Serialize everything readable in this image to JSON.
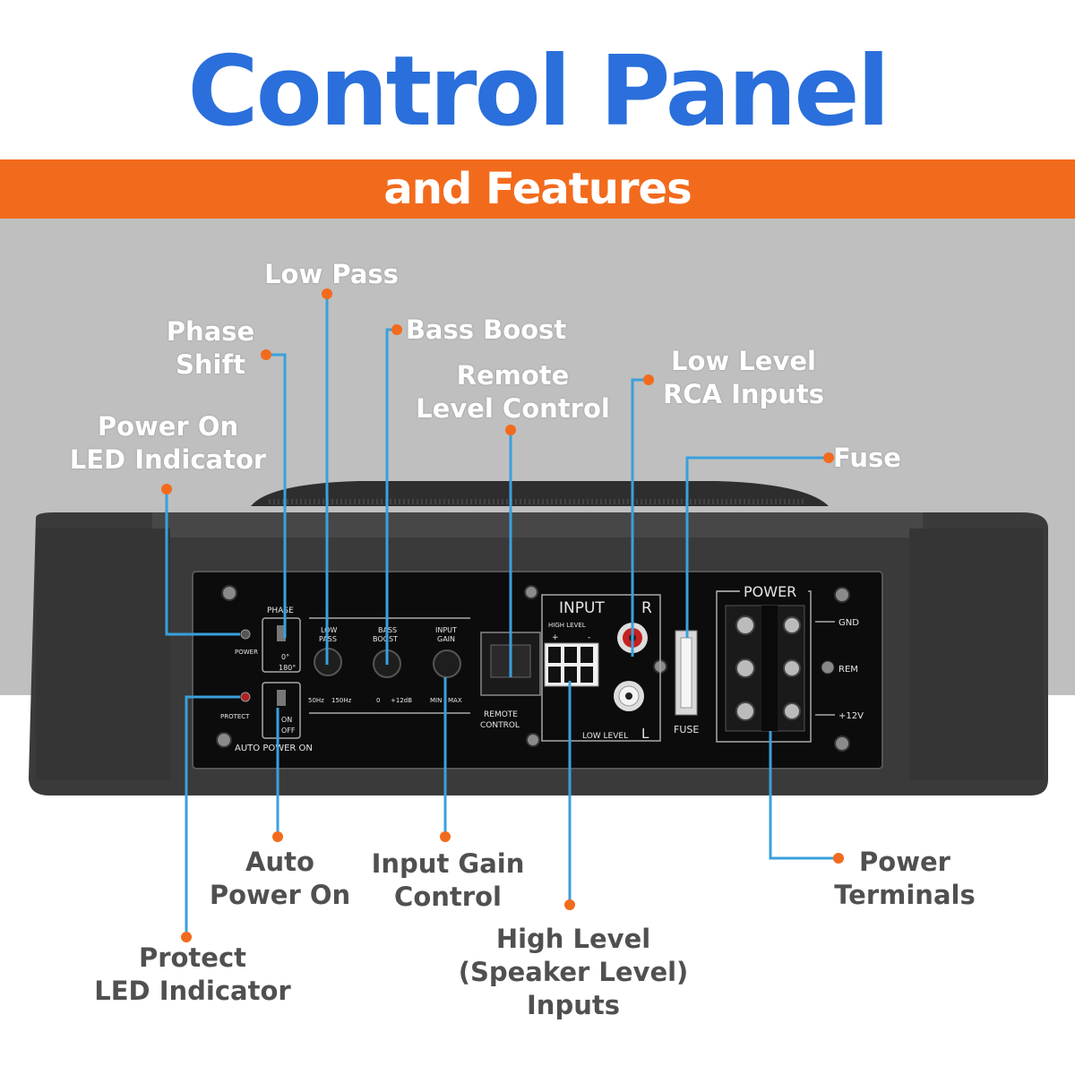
{
  "header": {
    "title": "Control Panel",
    "subtitle": "and Features"
  },
  "colors": {
    "title_blue": "#2a6fdb",
    "banner_orange": "#f26b1d",
    "callout_blue": "#3aa0dc",
    "callout_dot": "#f26b1d",
    "label_light": "#ffffff",
    "label_dark": "#505050"
  },
  "callouts": {
    "low_pass": "Low Pass",
    "phase_shift_l1": "Phase",
    "phase_shift_l2": "Shift",
    "bass_boost": "Bass Boost",
    "remote_level_l1": "Remote",
    "remote_level_l2": "Level Control",
    "low_level_rca_l1": "Low Level",
    "low_level_rca_l2": "RCA Inputs",
    "power_on_led_l1": "Power On",
    "power_on_led_l2": "LED Indicator",
    "fuse": "Fuse",
    "auto_power_on_l1": "Auto",
    "auto_power_on_l2": "Power On",
    "input_gain_l1": "Input Gain",
    "input_gain_l2": "Control",
    "power_terminals_l1": "Power",
    "power_terminals_l2": "Terminals",
    "protect_led_l1": "Protect",
    "protect_led_l2": "LED Indicator",
    "high_level_l1": "High Level",
    "high_level_l2": "(Speaker Level)",
    "high_level_l3": "Inputs"
  },
  "panel": {
    "phase": "PHASE",
    "phase_0": "0°",
    "phase_180": "180°",
    "low_pass_l1": "LOW",
    "low_pass_l2": "PASS",
    "low_pass_min": "50Hz",
    "low_pass_max": "150Hz",
    "bass_boost_l1": "BASS",
    "bass_boost_l2": "BOOST",
    "bass_boost_min": "0",
    "bass_boost_max": "+12dB",
    "input_gain_l1": "INPUT",
    "input_gain_l2": "GAIN",
    "input_gain_min": "MIN",
    "input_gain_max": "MAX",
    "power_led": "POWER",
    "protect_led": "PROTECT",
    "auto_on": "ON",
    "auto_off": "OFF",
    "auto_power_on": "AUTO POWER ON",
    "remote_l1": "REMOTE",
    "remote_l2": "CONTROL",
    "input": "INPUT",
    "input_r": "R",
    "input_l": "L",
    "high_level": "HIGH LEVEL",
    "high_plus": "+",
    "high_minus": "-",
    "low_level": "LOW LEVEL",
    "fuse": "FUSE",
    "power": "POWER",
    "gnd": "GND",
    "rem": "REM",
    "plus12v": "+12V"
  }
}
